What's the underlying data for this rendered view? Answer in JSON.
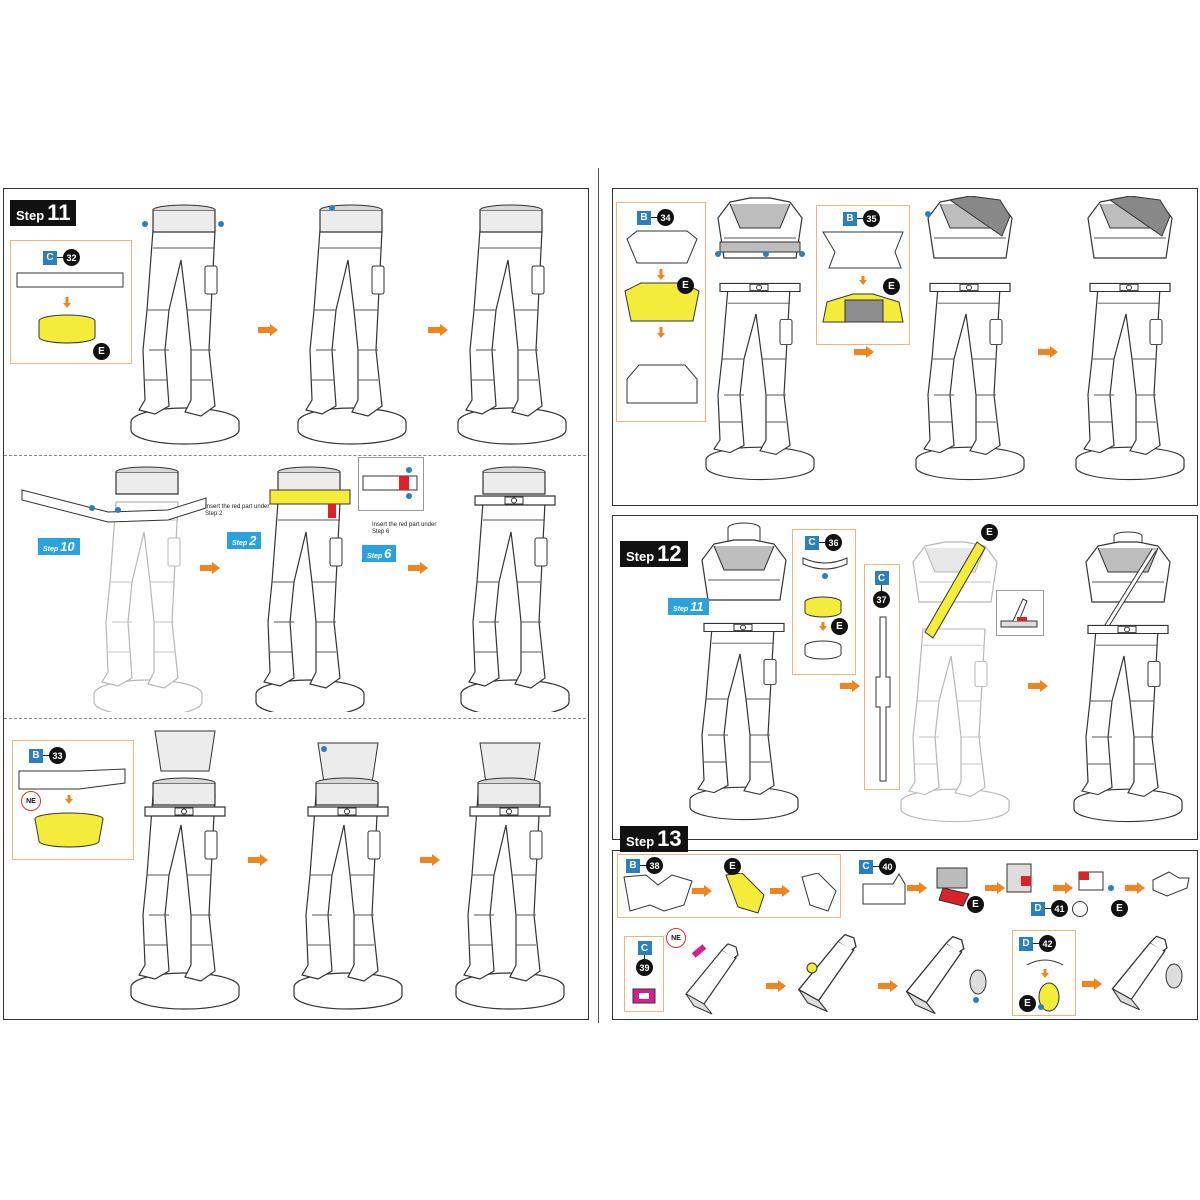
{
  "steps": {
    "s11": {
      "word": "Step",
      "num": "11"
    },
    "s12": {
      "word": "Step",
      "num": "12"
    },
    "s13": {
      "word": "Step",
      "num": "13"
    }
  },
  "parts": {
    "p32": {
      "sheet": "C",
      "num": "32"
    },
    "p33": {
      "sheet": "B",
      "num": "33"
    },
    "p34": {
      "sheet": "B",
      "num": "34"
    },
    "p35": {
      "sheet": "B",
      "num": "35"
    },
    "p36": {
      "sheet": "C",
      "num": "36"
    },
    "p37": {
      "sheet": "C",
      "num": "37"
    },
    "p38": {
      "sheet": "B",
      "num": "38"
    },
    "p39": {
      "sheet": "C",
      "num": "39"
    },
    "p40": {
      "sheet": "C",
      "num": "40"
    },
    "p41": {
      "sheet": "D",
      "num": "41"
    },
    "p42": {
      "sheet": "D",
      "num": "42"
    }
  },
  "badges": {
    "e": "E",
    "ne": "NE"
  },
  "step_refs": {
    "r10": {
      "word": "Step",
      "num": "10"
    },
    "r2": {
      "word": "Step",
      "num": "2"
    },
    "r6": {
      "word": "Step",
      "num": "6"
    },
    "r11": {
      "word": "Step",
      "num": "11"
    }
  },
  "notes": {
    "n1": "Insert the red part under Step 2",
    "n2": "Insert the red part under Step 6"
  },
  "colors": {
    "highlight": "#f3ec3b",
    "arrow": "#f0841e",
    "blue": "#2a7fc0",
    "red": "#d8232a",
    "magenta": "#d4208e"
  }
}
